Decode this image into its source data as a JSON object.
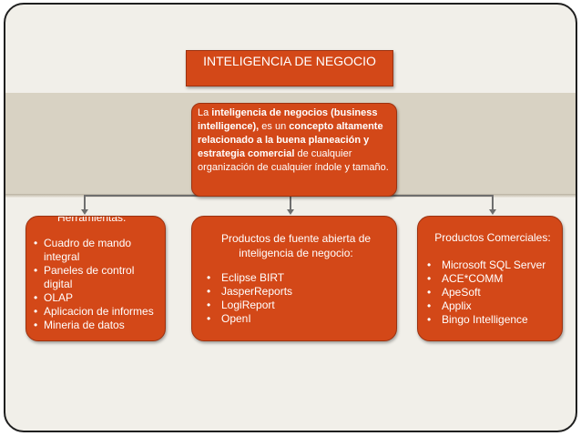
{
  "title": "INTELIGENCIA DE NEGOCIO",
  "definition": {
    "t1": "La ",
    "b1": "inteligencia de negocios (business intelligence),",
    "t2": " es un ",
    "b2": "concepto altamente relacionado a la buena planeación y estrategia comercial",
    "t3": " de cualquier organización de cualquier índole y tamaño."
  },
  "tools": {
    "heading": "Herramientas:",
    "items": [
      "Cuadro de mando integral",
      "Paneles de control digital",
      "OLAP",
      "Aplicacion de informes",
      "Mineria de datos"
    ]
  },
  "open_source": {
    "heading": "Productos de fuente abierta de inteligencia de negocio:",
    "items": [
      "Eclipse BIRT",
      "JasperReports",
      "LogiReport",
      "OpenI"
    ]
  },
  "commercial": {
    "heading": "Productos Comerciales:",
    "items": [
      "Microsoft SQL Server",
      "ACE*COMM",
      "ApeSoft",
      "Applix",
      "Bingo Intelligence"
    ]
  },
  "colors": {
    "box": "#d34818",
    "band": "#d8d2c3",
    "background": "#f1efe9",
    "connector": "#6e6e6e"
  }
}
